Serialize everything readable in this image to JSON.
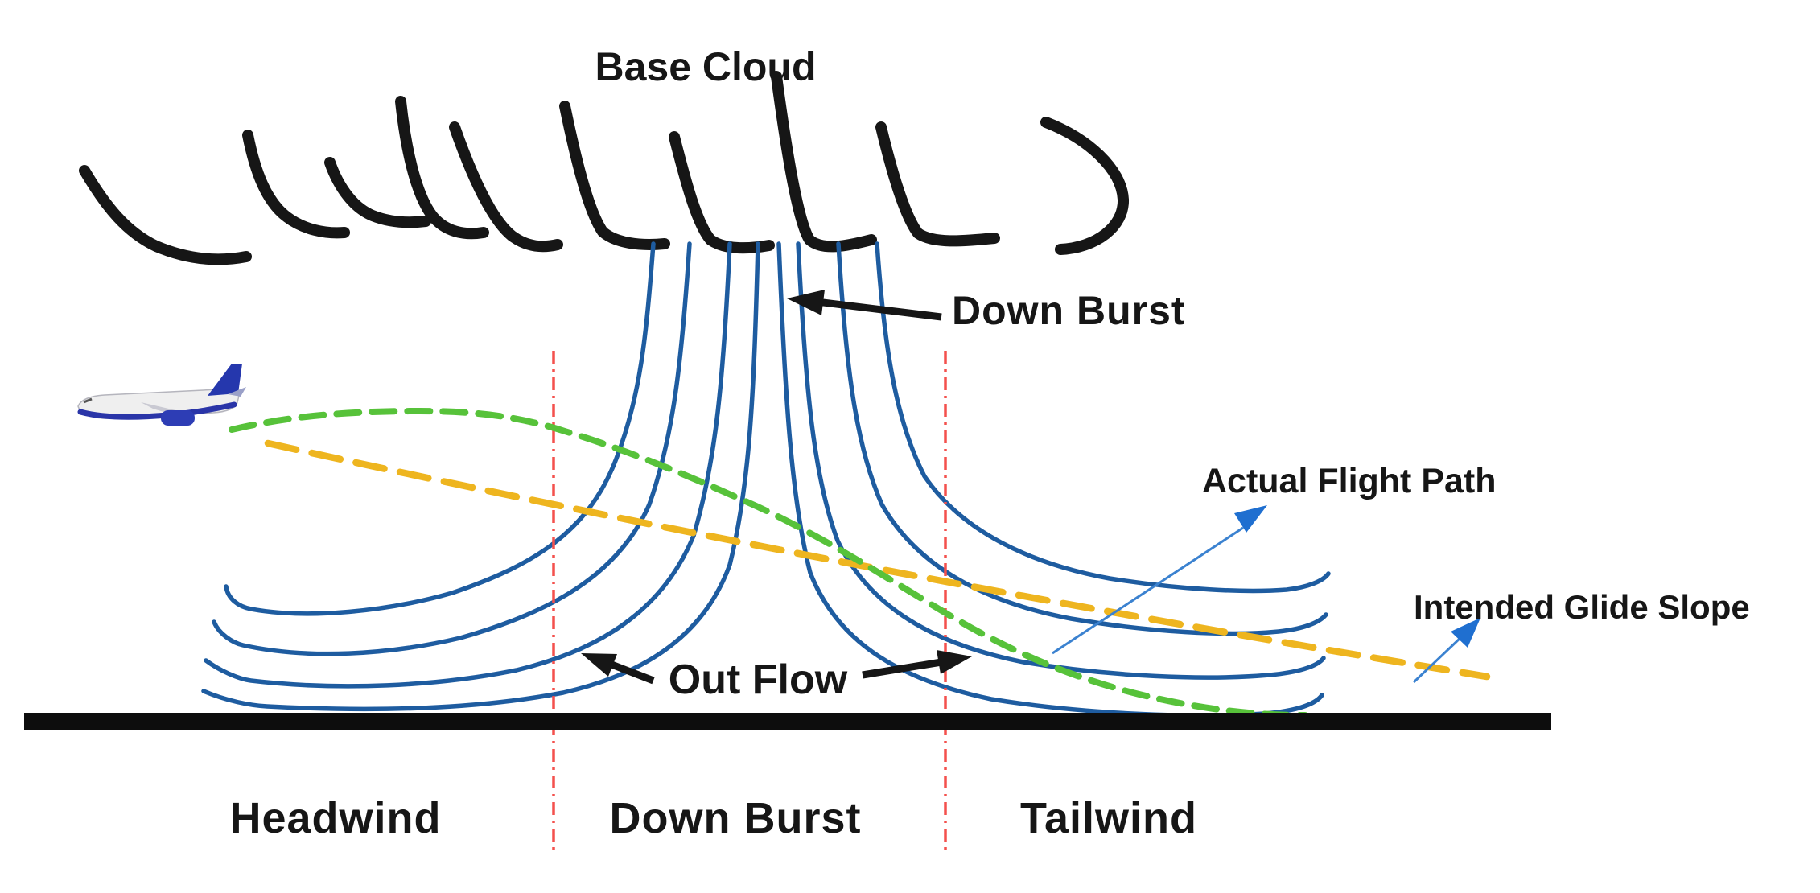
{
  "diagram": {
    "title": "Base Cloud",
    "labels": {
      "base_cloud": "Base Cloud",
      "down_burst_top": "Down Burst",
      "out_flow": "Out Flow",
      "actual_flight_path": "Actual Flight Path",
      "intended_glide_slope": "Intended Glide Slope",
      "headwind": "Headwind",
      "down_burst_bottom": "Down Burst",
      "tailwind": "Tailwind"
    },
    "colors": {
      "ink_black": "#161616",
      "streamline_blue": "#1e5ca0",
      "actual_path_green": "#57c23a",
      "glide_slope_gold": "#eeb51f",
      "zone_divider_red": "#f4504d",
      "annotation_arrow_blue": "#2f7cd0",
      "airplane_blue": "#2a35a8",
      "ground_black": "#0d0d0d"
    },
    "icons": {
      "airplane": "airplane-icon",
      "cloud": "cumulonimbus-cloud-icon"
    }
  }
}
